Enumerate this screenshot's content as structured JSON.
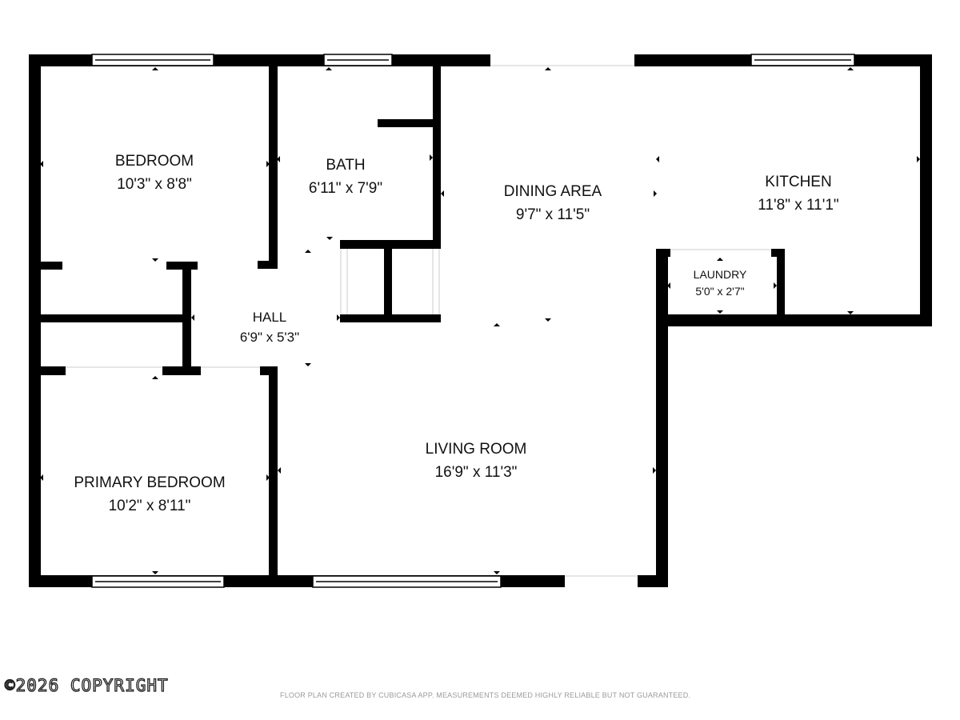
{
  "rooms": {
    "bedroom": {
      "name": "BEDROOM",
      "size": "10'3\" x 8'8\""
    },
    "bath": {
      "name": "BATH",
      "size": "6'11\" x 7'9\""
    },
    "dining": {
      "name": "DINING AREA",
      "size": "9'7\" x 11'5\""
    },
    "kitchen": {
      "name": "KITCHEN",
      "size": "11'8\" x 11'1\""
    },
    "laundry": {
      "name": "LAUNDRY",
      "size": "5'0\" x 2'7\""
    },
    "hall": {
      "name": "HALL",
      "size": "6'9\" x 5'3\""
    },
    "living": {
      "name": "LIVING ROOM",
      "size": "16'9\" x 11'3\""
    },
    "primary": {
      "name": "PRIMARY BEDROOM",
      "size": "10'2\" x 8'11\""
    }
  },
  "footer": {
    "copyright": "©2026 COPYRIGHT",
    "disclaimer": "FLOOR PLAN CREATED BY CUBICASA APP. MEASUREMENTS DEEMED HIGHLY RELIABLE BUT NOT GUARANTEED."
  },
  "colors": {
    "wall": "#000000",
    "window": "#ffffff",
    "label": "#111111"
  }
}
